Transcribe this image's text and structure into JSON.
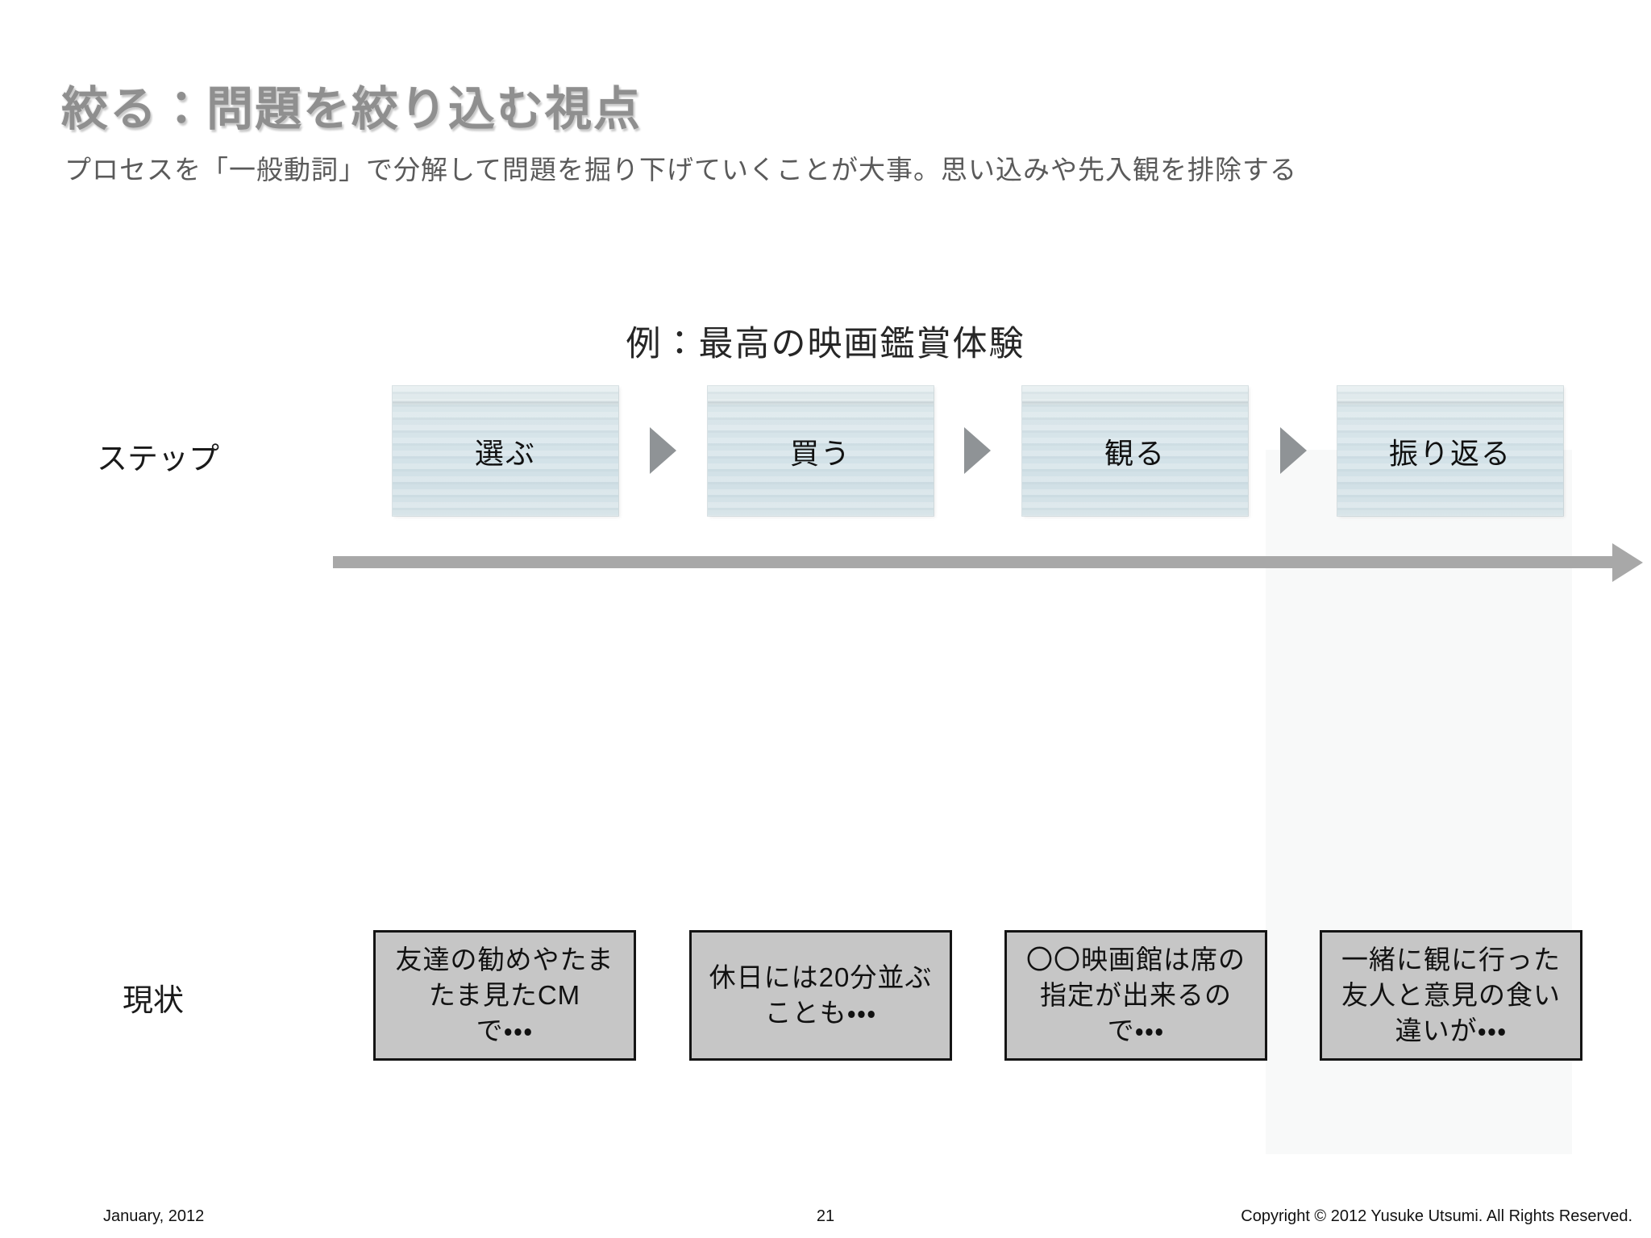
{
  "slide": {
    "title": "絞る：問題を絞り込む視点",
    "subtitle": "プロセスを「一般動詞」で分解して問題を掘り下げていくことが大事。思い込みや先入観を排除する",
    "example_heading": "例：最高の映画鑑賞体験",
    "step_row": {
      "label": "ステップ",
      "steps": [
        "選ぶ",
        "買う",
        "観る",
        "振り返る"
      ]
    },
    "current_row": {
      "label": "現状",
      "items": [
        {
          "lines": [
            "友達の勧めやたま",
            "たま見たCM",
            "で・・・"
          ]
        },
        {
          "lines": [
            "休日には20分並ぶ",
            "ことも・・・"
          ]
        },
        {
          "lines": [
            "〇〇映画館は席の",
            "指定が出来るの",
            "で・・・"
          ]
        },
        {
          "lines": [
            "一緒に観に行った",
            "友人と意見の食い",
            "違いが・・・"
          ]
        }
      ]
    },
    "footer": {
      "date": "January, 2012",
      "page": "21",
      "copyright": "Copyright © 2012 Yusuke Utsumi. All Rights Reserved."
    },
    "colors": {
      "step_box_fill": "#d5e3e8",
      "arrow_gray": "#a8a8a8",
      "triangle_gray": "#8f9396",
      "current_box_fill": "#c6c6c6",
      "title_gray": "#8f8f8f"
    }
  }
}
